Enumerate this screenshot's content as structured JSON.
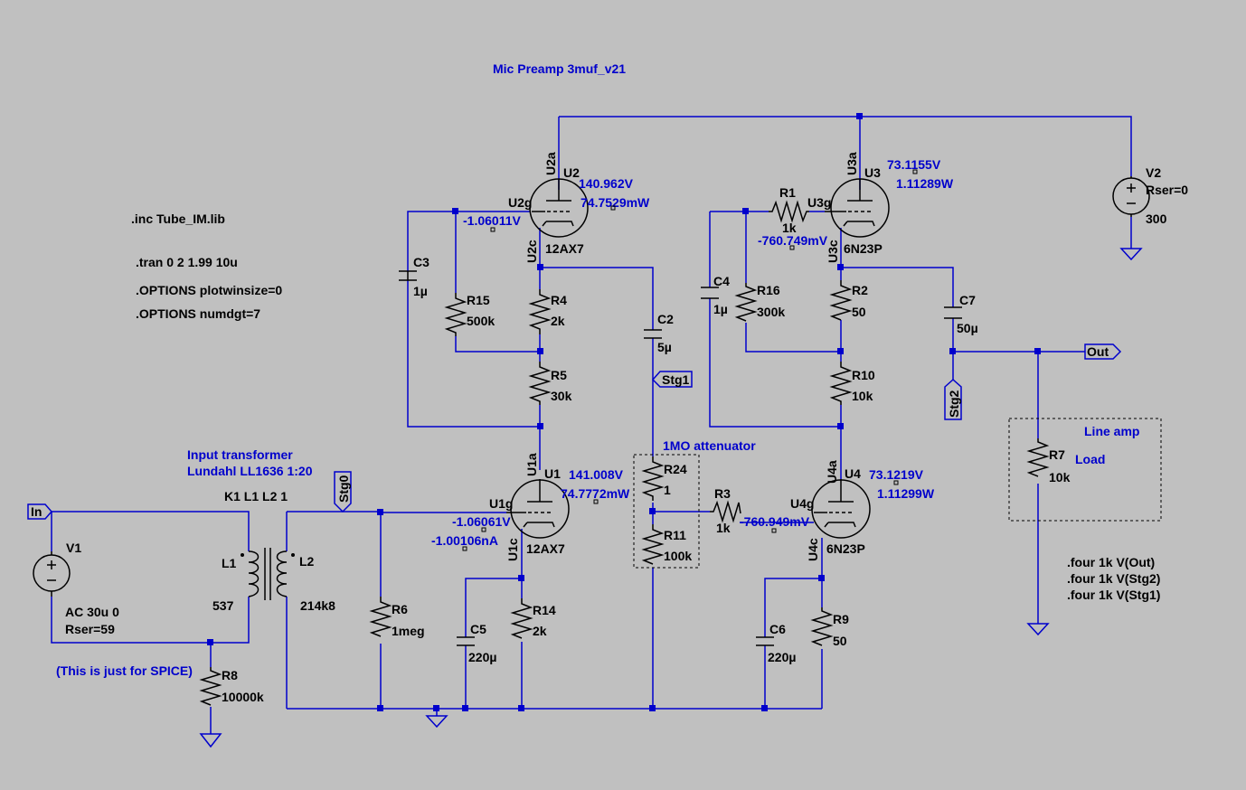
{
  "title": "Mic Preamp 3muf_v21",
  "directives": {
    "inc": ".inc Tube_IM.lib",
    "tran": ".tran 0 2 1.99 10u",
    "opt1": ".OPTIONS plotwinsize=0",
    "opt2": ".OPTIONS numdgt=7",
    "four1": ".four 1k V(Out)",
    "four2": ".four 1k V(Stg2)",
    "four3": ".four 1k V(Stg1)"
  },
  "notes": {
    "transformer1": "Input transformer",
    "transformer2": "Lundahl LL1636 1:20",
    "coupling": "K1 L1 L2 1",
    "spice": "(This is just for SPICE)",
    "attenuator": "1MO attenuator",
    "lineamp1": "Line amp",
    "lineamp2": "Load"
  },
  "flags": {
    "in": "In",
    "stg0": "Stg0",
    "stg1": "Stg1",
    "stg2": "Stg2",
    "out": "Out"
  },
  "components": {
    "V1": {
      "name": "V1",
      "v1": "AC 30u 0",
      "v2": "Rser=59"
    },
    "V2": {
      "name": "V2",
      "v1": "Rser=0",
      "v2": "300"
    },
    "L1": {
      "name": "L1",
      "value": "537"
    },
    "L2": {
      "name": "L2",
      "value": "214k8"
    },
    "R1": {
      "name": "R1",
      "value": "1k"
    },
    "R2": {
      "name": "R2",
      "value": "50"
    },
    "R3": {
      "name": "R3",
      "value": "1k"
    },
    "R4": {
      "name": "R4",
      "value": "2k"
    },
    "R5": {
      "name": "R5",
      "value": "30k"
    },
    "R6": {
      "name": "R6",
      "value": "1meg"
    },
    "R7": {
      "name": "R7",
      "value": "10k"
    },
    "R8": {
      "name": "R8",
      "value": "10000k"
    },
    "R9": {
      "name": "R9",
      "value": "50"
    },
    "R10": {
      "name": "R10",
      "value": "10k"
    },
    "R11": {
      "name": "R11",
      "value": "100k"
    },
    "R14": {
      "name": "R14",
      "value": "2k"
    },
    "R15": {
      "name": "R15",
      "value": "500k"
    },
    "R16": {
      "name": "R16",
      "value": "300k"
    },
    "R24": {
      "name": "R24",
      "value": "1"
    },
    "C2": {
      "name": "C2",
      "value": "5µ"
    },
    "C3": {
      "name": "C3",
      "value": "1µ"
    },
    "C4": {
      "name": "C4",
      "value": "1µ"
    },
    "C5": {
      "name": "C5",
      "value": "220µ"
    },
    "C6": {
      "name": "C6",
      "value": "220µ"
    },
    "C7": {
      "name": "C7",
      "value": "50µ"
    },
    "U1": {
      "name": "U1",
      "model": "12AX7",
      "a": "U1a",
      "g": "U1g",
      "c": "U1c"
    },
    "U2": {
      "name": "U2",
      "model": "12AX7",
      "a": "U2a",
      "g": "U2g",
      "c": "U2c"
    },
    "U3": {
      "name": "U3",
      "model": "6N23P",
      "a": "U3a",
      "g": "U3g",
      "c": "U3c"
    },
    "U4": {
      "name": "U4",
      "model": "6N23P",
      "a": "U4a",
      "g": "U4g",
      "c": "U4c"
    }
  },
  "readouts": {
    "u2v": "140.962V",
    "u2w": "74.7529mW",
    "u2g": "-1.06011V",
    "u3v": "73.1155V",
    "u3w": "1.11289W",
    "u3g": "-760.749mV",
    "u1v": "141.008V",
    "u1w": "74.7772mW",
    "u1g": "-1.06061V",
    "u1i": "-1.00106nA",
    "u4v": "73.1219V",
    "u4w": "1.11299W",
    "u4g": "-760.949mV"
  },
  "colors": {
    "background": "#c0c0c0",
    "wire": "#0000cc",
    "component": "#000000"
  }
}
